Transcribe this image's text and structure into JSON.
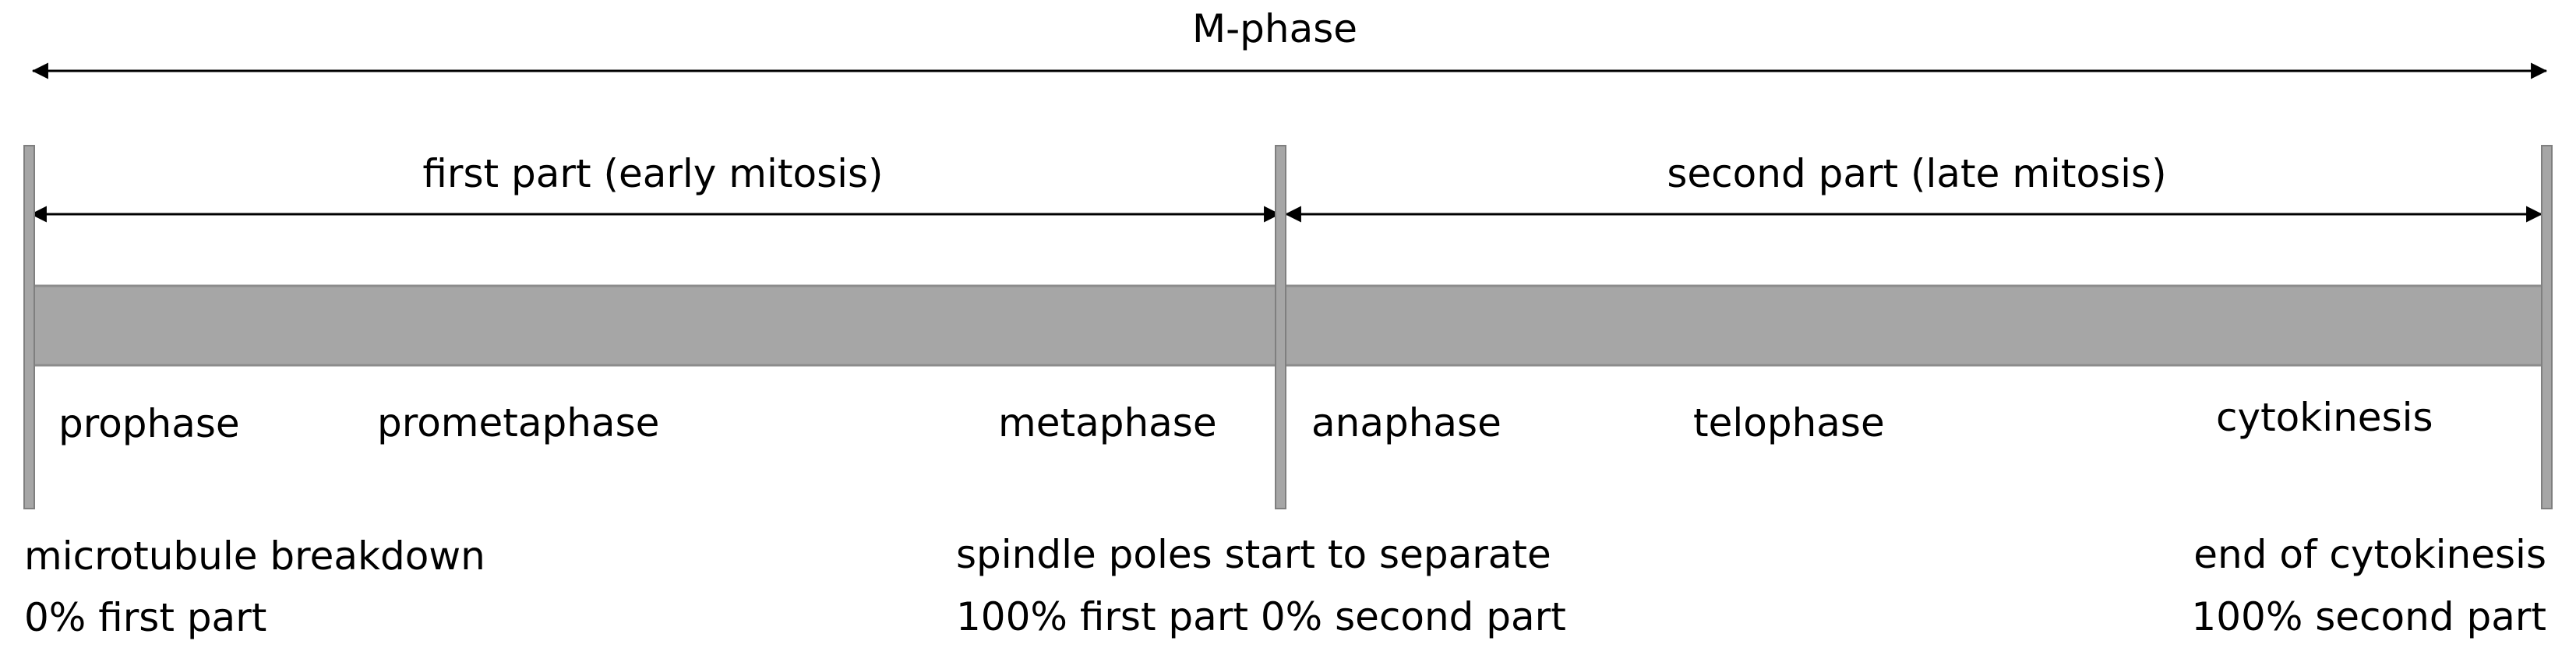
{
  "title": "M-phase",
  "parts": [
    {
      "label": "first part (early mitosis)"
    },
    {
      "label": "second part (late mitosis)"
    }
  ],
  "phases": [
    {
      "name": "prophase"
    },
    {
      "name": "prometaphase"
    },
    {
      "name": "metaphase"
    },
    {
      "name": "anaphase"
    },
    {
      "name": "telophase"
    },
    {
      "name": "cytokinesis"
    }
  ],
  "milestones": [
    {
      "event": "microtubule breakdown",
      "progress": "0% first part"
    },
    {
      "event": "spindle poles start to separate",
      "progress": "100% first part 0% second part"
    },
    {
      "event": "end of cytokinesis",
      "progress": "100% second part"
    }
  ],
  "colors": {
    "bar_fill": "#a6a6a6",
    "bar_stroke": "#8c8c8c",
    "divider_fill": "#a6a6a6",
    "divider_stroke": "#7f7f7f",
    "text": "#000000"
  }
}
